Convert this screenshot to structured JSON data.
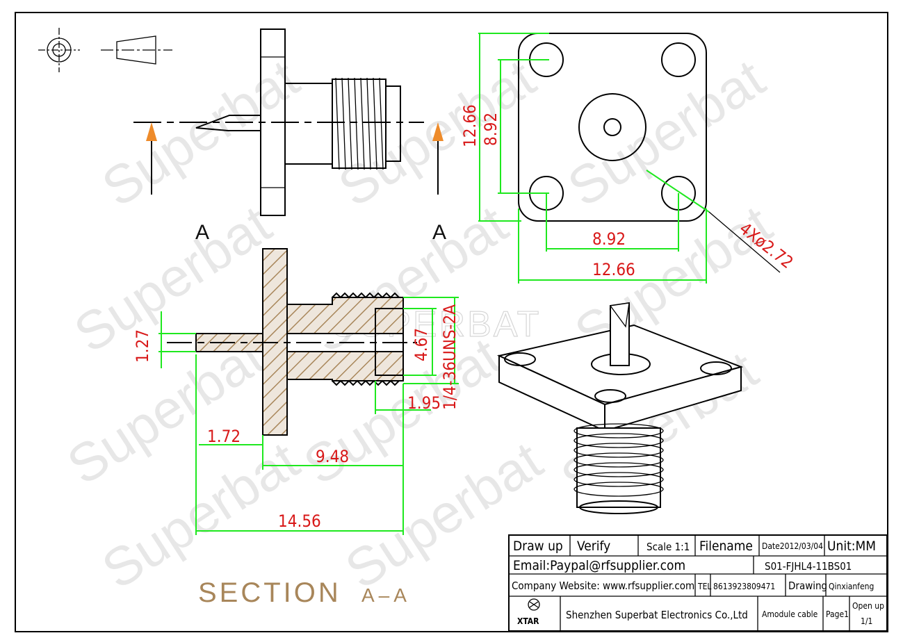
{
  "labels": {
    "section_a_left": "A",
    "section_a_right": "A",
    "section_title": "SECTION",
    "section_suffix": "A–A"
  },
  "dimensions": {
    "front_height_outer": "12.66",
    "front_height_inner": "8.92",
    "front_width_inner": "8.92",
    "front_width_outer": "12.66",
    "hole_callout": "4Xø2.72",
    "pin_dia": "1.27",
    "bore_dia": "4.67",
    "thread_spec": "1/4-36UNS-2A",
    "tip_offset": "1.95",
    "pin_extension": "1.72",
    "body_length": "9.48",
    "overall_length": "14.56"
  },
  "watermarks": {
    "brand": "Superbat",
    "brand_caps": "SUPERBAT"
  },
  "title_block": {
    "draw_up": "Draw up",
    "verify": "Verify",
    "scale": "Scale 1:1",
    "filename": "Filename",
    "date": "Date2012/03/04",
    "unit": "Unit:MM",
    "email": "Email:Paypal@rfsupplier.com",
    "part_no": "S01-FJHL4-11BS01",
    "company_website": "Company Website:  www.rfsupplier.com",
    "tel_label": "TEL",
    "tel": "8613923809471",
    "drawing_label": "Drawing",
    "drawer": "Qinxianfeng",
    "logo_text": "XTAR",
    "company": "Shenzhen Superbat Electronics Co.,Ltd",
    "product": "Amodule cable",
    "page": "Page1",
    "open_up": "Open up",
    "open_up_value": "1/1"
  },
  "colors": {
    "dimension_text": "#d81818",
    "dimension_lines": "#1ee81e",
    "section_arrow": "#ee8b2a",
    "hatch": "#a8865a"
  }
}
